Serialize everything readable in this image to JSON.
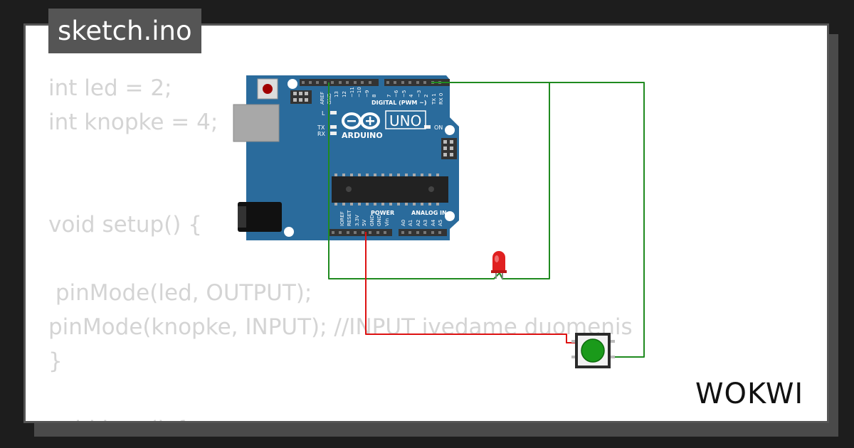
{
  "title_tab": {
    "label": "sketch.ino"
  },
  "code_lines": [
    "int led = 2;",
    "int knopke = 4;",
    "",
    "",
    "void setup() {",
    "",
    " pinMode(led, OUTPUT);",
    "pinMode(knopke, INPUT); //INPUT ivedame duomenis",
    "}",
    "",
    "void loop() {"
  ],
  "board": {
    "brand": "ARDUINO",
    "model": "UNO",
    "digital_header": "DIGITAL (PWM ~)",
    "power_header": "POWER",
    "analog_header": "ANALOG IN",
    "on_label": "ON",
    "l_label": "L",
    "tx_label": "TX",
    "rx_label": "RX",
    "aref": "AREF",
    "gnd": "GND",
    "digital_pins": [
      "13",
      "12",
      "~11",
      "~10",
      "~9",
      "8",
      "7",
      "~6",
      "~5",
      "4",
      "~3",
      "2",
      "TX 1",
      "RX 0"
    ],
    "power_pins": [
      "IOREF",
      "RESET",
      "3.3V",
      "5V",
      "GND",
      "GND",
      "Vin"
    ],
    "analog_pins": [
      "A0",
      "A1",
      "A2",
      "A3",
      "A4",
      "A5"
    ]
  },
  "components": {
    "led": "red-led",
    "button": "green-pushbutton"
  },
  "logo": {
    "text": "WOKWI"
  },
  "colors": {
    "background": "#1d1d1d",
    "card": "#ffffff",
    "board": "#2a6b9c",
    "wire_green": "#1f8a1f",
    "wire_red": "#dd1111",
    "led_red": "#e02020",
    "button_green": "#1a9a1a",
    "code_text": "#d4d4d4",
    "tab": "#555555"
  }
}
